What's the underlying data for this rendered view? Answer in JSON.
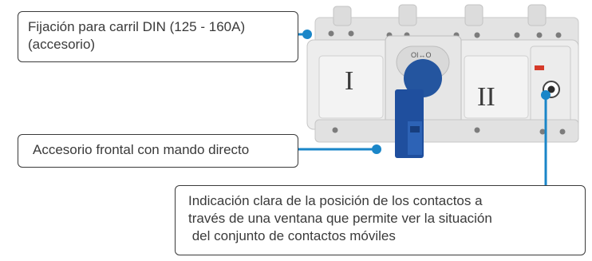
{
  "callouts": {
    "din_rail": {
      "line1": "Fijación para carril DIN (125 - 160A)",
      "line2": "(accesorio)"
    },
    "front_handle": {
      "line1": "Accesorio frontal con mando directo"
    },
    "contact_window": {
      "line1": "Indicación clara de la posición de los contactos a",
      "line2": "través de una ventana que permite ver la situación",
      "line3": " del conjunto de contactos móviles"
    }
  },
  "switch": {
    "position_left": "I",
    "position_right": "II",
    "handle_marking": "OI↔O"
  },
  "colors": {
    "leader": "#1a86c8",
    "handle": "#1f4f9e",
    "body": "#ededed",
    "text": "#3a3a3a"
  }
}
